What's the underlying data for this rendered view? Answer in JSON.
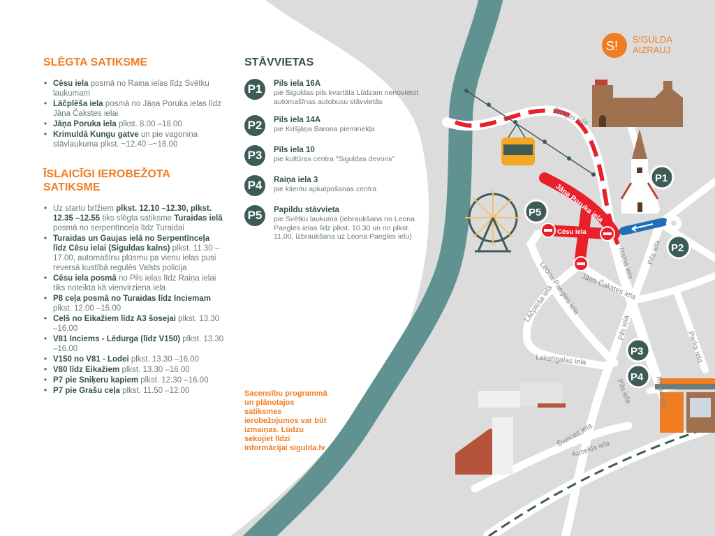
{
  "logo": {
    "mark": "S!",
    "line1": "S!GULDA",
    "line2": "AIZRAUJ"
  },
  "closed": {
    "title": "SLĒGTA SATIKSME",
    "items": [
      {
        "bold": "Cēsu iela",
        "text": " posmā no Raiņa ielas līdz Svētku laukumam"
      },
      {
        "bold": "Lāčplēša iela",
        "text": " posmā no Jāņa Poruka ielas līdz Jāņa Čakstes ielai"
      },
      {
        "bold": "Jāņa Poruka iela",
        "text": " plkst. 8.00 –18.00"
      },
      {
        "bold": "Krimuldā Kungu gatve",
        "text": " un pie vagoniņa stāvlaukuma plkst. ~12.40 –~16.00"
      }
    ]
  },
  "limited": {
    "title": "ĪSLAICĪGI IEROBEŽOTA SATIKSME",
    "items": [
      {
        "pre": "Uz startu brīžiem ",
        "bold": "plkst. 12.10 –12.30, plkst. 12.35 –12.55",
        "mid": " tiks slēgta satiksme ",
        "bold2": "Turaidas ielā",
        "text": " posmā no serpentīnceļa līdz Turaidai"
      },
      {
        "bold": "Turaidas un Gaujas ielā no Serpentīnceļa līdz Cēsu ielai (Siguldas kalns)",
        "text": " plkst. 11.30 –17.00, automašīnu plūsmu pa vienu ielas pusi reversā kustībā regulēs Valsts policija"
      },
      {
        "bold": "Cēsu iela posmā",
        "text": " no Pils ielas līdz Raiņa ielai tiks noteikta kā vienvirziena iela"
      },
      {
        "bold": "P8 ceļa posmā no Turaidas līdz Inciemam",
        "text": " plkst. 12.00 –15.00"
      },
      {
        "bold": "Celš no Eikažiem līdz A3 šosejai",
        "text": " plkst. 13.30 –16.00"
      },
      {
        "bold": "V81 Inciems - Lēdurga (līdz V150)",
        "text": " plkst. 13.30 –16.00"
      },
      {
        "bold": "V150 no V81 - Lodei",
        "text": " plkst. 13.30 –16.00"
      },
      {
        "bold": "V80 līdz Eikažiem",
        "text": " plkst. 13.30 –16.00"
      },
      {
        "bold": "P7 pie Sniķeru kapiem",
        "text": " plkst. 12.30 –16.00"
      },
      {
        "bold": "P7 pie Grašu ceļa",
        "text": " plkst. 11.50 –12.00"
      }
    ]
  },
  "parking": {
    "title": "STĀVVIETAS",
    "items": [
      {
        "id": "P1",
        "title": "Pils iela 16A",
        "desc": "pie Siguldas pils kvartāla Lūdzam nenovietot automašīnas autobusu stāvvietās"
      },
      {
        "id": "P2",
        "title": "Pils iela 14A",
        "desc": "pie Krišjāņa Barona pieminekļa"
      },
      {
        "id": "P3",
        "title": "Pils iela 10",
        "desc": "pie kultūras centra \"Siguldas devons\""
      },
      {
        "id": "P4",
        "title": "Raiņa iela 3",
        "desc": "pie klientu apkalpošanas centra"
      },
      {
        "id": "P5",
        "title": "Papildu stāvvieta",
        "desc": "pie Svētku laukuma (iebraukšana no Leona Paegles ielas līdz plkst. 10.30 un no plkst. 11.00, izbraukšana uz Leona Paegles ielu)"
      }
    ]
  },
  "note": "Sacensību programmā un plānotajos satiksmes ierobežojumos var būt izmaiņas. Lūdzu sekojiet līdzi informācijai sigulda.lv",
  "streets": {
    "gaujas": "Gaujas iela",
    "poruka": "Jāņa Poruka iela",
    "cesu": "Cēsu iela",
    "raina1": "Raiņa iela",
    "raina2": "Raiņa iela",
    "pils1": "Pils iela",
    "pils2": "Pils iela",
    "pils3": "Pils iela",
    "paegles": "Leona Paegles iela",
    "lacplesa": "Lāčplēša iela",
    "cakstes": "Jāņa Čakstes iela",
    "lakstigalas": "Lakstīgalas iela",
    "parka": "Parka iela",
    "sveices": "Šveices iela",
    "ausekla": "Ausekļa iela"
  },
  "colors": {
    "orange": "#f07d22",
    "teal": "#3d5c57",
    "river": "#5f9290",
    "map": "#dcdcdc",
    "red": "#e8202a",
    "blue": "#1f6fb8"
  }
}
